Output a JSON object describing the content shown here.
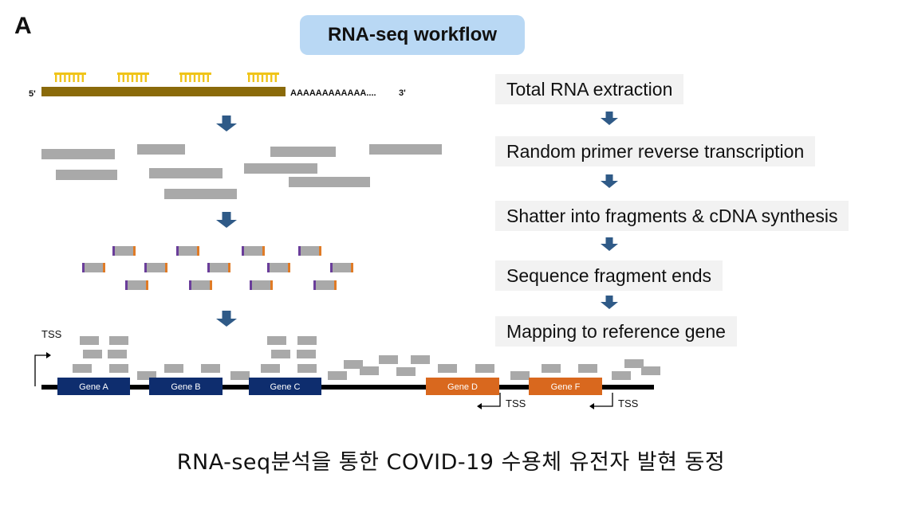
{
  "panel_label": "A",
  "title": "RNA-seq workflow",
  "mrna": {
    "five_prime": "5'",
    "poly_a": "AAAAAAAAAAAA....",
    "three_prime": "3'"
  },
  "steps": [
    "Total RNA extraction",
    "Random primer reverse transcription",
    "Shatter into fragments & cDNA synthesis",
    "Sequence fragment ends",
    "Mapping to reference gene"
  ],
  "genes": [
    {
      "label": "Gene A",
      "color": "#0e2d6e"
    },
    {
      "label": "Gene B",
      "color": "#0e2d6e"
    },
    {
      "label": "Gene C",
      "color": "#0e2d6e"
    },
    {
      "label": "Gene D",
      "color": "#d9681e"
    },
    {
      "label": "Gene F",
      "color": "#d9681e"
    }
  ],
  "tss_label": "TSS",
  "caption": "RNA-seq분석을 통한 COVID-19 수용체 유전자 발현 동정",
  "colors": {
    "title_bg": "#b9d8f4",
    "mrna_strand": "#8a6a0a",
    "primer": "#f0c419",
    "fragment": "#a9a9a9",
    "adapter_purple": "#6a3d9a",
    "adapter_orange": "#e07b26",
    "arrow": "#2f5a87",
    "step_bg": "#f2f2f2"
  }
}
